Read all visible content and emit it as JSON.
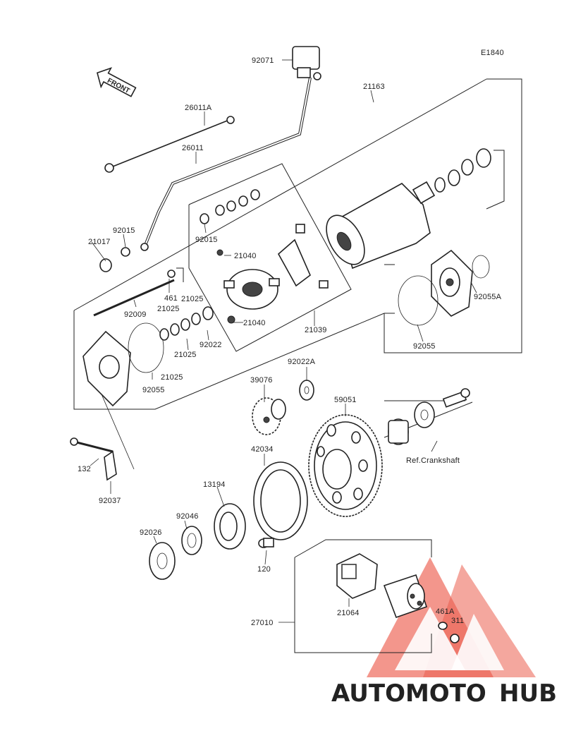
{
  "diagram": {
    "code": "E1840",
    "front_label": "FRONT",
    "ref_label": "Ref.Crankshaft",
    "labels": [
      {
        "id": "92071",
        "text": "92071"
      },
      {
        "id": "21163",
        "text": "21163"
      },
      {
        "id": "26011A",
        "text": "26011A"
      },
      {
        "id": "26011",
        "text": "26011"
      },
      {
        "id": "92015a",
        "text": "92015"
      },
      {
        "id": "92015b",
        "text": "92015"
      },
      {
        "id": "21017",
        "text": "21017"
      },
      {
        "id": "21040a",
        "text": "21040"
      },
      {
        "id": "21040b",
        "text": "21040"
      },
      {
        "id": "461",
        "text": "461"
      },
      {
        "id": "92009",
        "text": "92009"
      },
      {
        "id": "21025a",
        "text": "21025"
      },
      {
        "id": "21025b",
        "text": "21025"
      },
      {
        "id": "21025c",
        "text": "21025"
      },
      {
        "id": "21025d",
        "text": "21025"
      },
      {
        "id": "92022",
        "text": "92022"
      },
      {
        "id": "21039",
        "text": "21039"
      },
      {
        "id": "92055A",
        "text": "92055A"
      },
      {
        "id": "92055a",
        "text": "92055"
      },
      {
        "id": "92055b",
        "text": "92055"
      },
      {
        "id": "92022A",
        "text": "92022A"
      },
      {
        "id": "39076",
        "text": "39076"
      },
      {
        "id": "59051",
        "text": "59051"
      },
      {
        "id": "42034",
        "text": "42034"
      },
      {
        "id": "132",
        "text": "132"
      },
      {
        "id": "92037",
        "text": "92037"
      },
      {
        "id": "13194",
        "text": "13194"
      },
      {
        "id": "92046",
        "text": "92046"
      },
      {
        "id": "92026",
        "text": "92026"
      },
      {
        "id": "120",
        "text": "120"
      },
      {
        "id": "21064",
        "text": "21064"
      },
      {
        "id": "27010",
        "text": "27010"
      },
      {
        "id": "461A",
        "text": "461A"
      },
      {
        "id": "311",
        "text": "311"
      }
    ]
  },
  "watermark": {
    "part1": "AUTOMOTO",
    "part2": "HUB",
    "color_orange": "#f5b06a",
    "color_red": "#e8412f",
    "color_grey": "#6b6b6b"
  }
}
